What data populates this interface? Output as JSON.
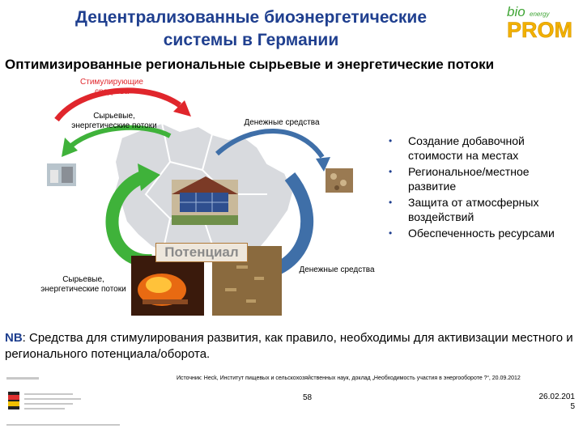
{
  "header": {
    "title_line1": "Децентрализованные биоэнергетические",
    "title_line2": "системы в Германии",
    "subtitle": "Оптимизированные региональные сырьевые и энергетические потоки",
    "logo_bio": "bio",
    "logo_energy": "energy",
    "logo_prom": "PROM"
  },
  "diagram": {
    "incentives_line1": "Стимулирующие",
    "incentives_line2": "средства",
    "flows_top_line1": "Сырьевые,",
    "flows_top_line2": "энергетические потоки",
    "money_top": "Денежные средства",
    "potential": "Потенциал",
    "money_bottom": "Денежные средства",
    "flows_bottom_line1": "Сырьевые,",
    "flows_bottom_line2": "энергетические потоки"
  },
  "bullets": [
    "Создание добавочной стоимости на местах",
    "Региональное/местное развитие",
    "Защита от атмосферных воздействий",
    "Обеспеченность ресурсами"
  ],
  "note": {
    "key": "NB",
    "text": ": Средства для стимулирования развития, как правило, необходимы для активизации местного и регионального потенциала/оборота."
  },
  "source": "Источник: Heck, Институт пищевых и сельскохозяйственных наук, доклад „Необходимость участия в энергообороте ?“, 20.09.2012",
  "footer": {
    "page": "58",
    "date_line1": "26.02.201",
    "date_line2": "5"
  },
  "colors": {
    "title": "#1f3f8f",
    "red_arrow": "#e0262c",
    "green_arrow": "#3fb23a",
    "blue_arrow": "#3f6fa8"
  }
}
